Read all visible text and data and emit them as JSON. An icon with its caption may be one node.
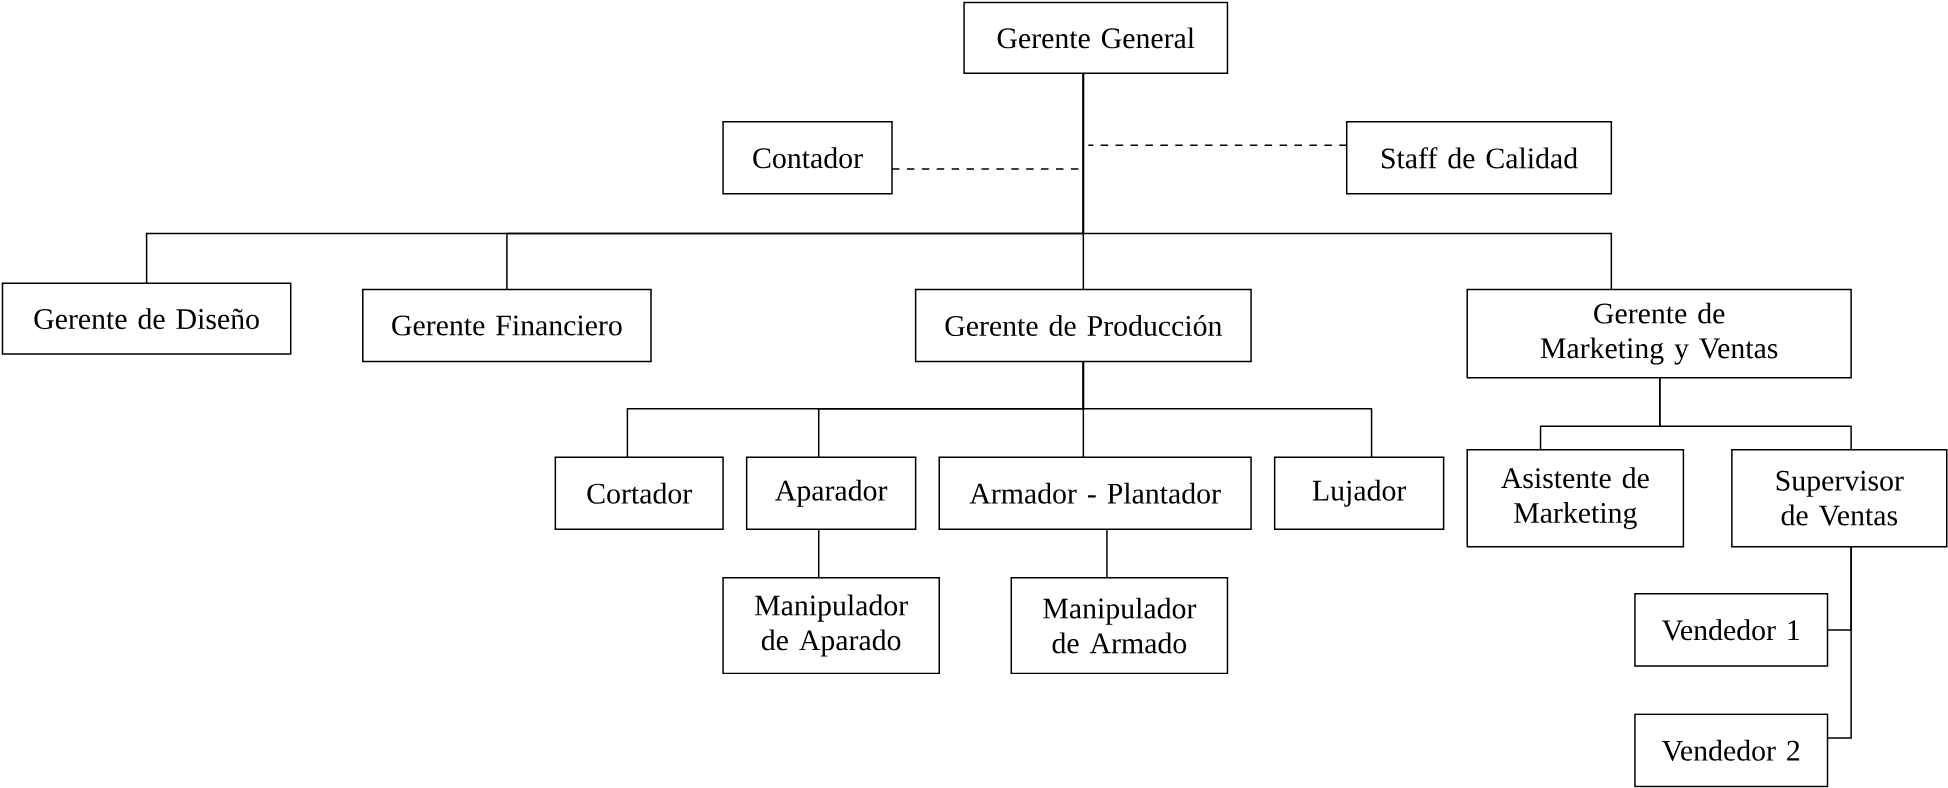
{
  "diagram": {
    "nodes": [
      {
        "text": [
          "Gerente General"
        ]
      },
      {
        "text": [
          "Contador"
        ]
      },
      {
        "text": [
          "Staff de Calidad"
        ]
      },
      {
        "text": [
          "Gerente de Diseño"
        ]
      },
      {
        "text": [
          "Gerente Financiero"
        ]
      },
      {
        "text": [
          "Gerente de Producción"
        ]
      },
      {
        "text": [
          "Gerente de Marketing y Ventas"
        ]
      },
      {
        "text": [
          "Cortador"
        ]
      },
      {
        "text": [
          "Aparador"
        ]
      },
      {
        "text": [
          "Armador - Plantador"
        ]
      },
      {
        "text": [
          "Lujador"
        ]
      },
      {
        "text": [
          "Asistente de Marketing"
        ]
      },
      {
        "text": [
          "Supervisor de Ventas"
        ]
      },
      {
        "text": [
          "Manipulador de Aparado"
        ]
      },
      {
        "text": [
          "Manipulador de Armado"
        ]
      },
      {
        "text": [
          "Vendedor 1"
        ]
      },
      {
        "text": [
          "Vendedor 2"
        ]
      }
    ],
    "edges": [
      {
        "from": 1,
        "to": 0,
        "arrow": "none",
        "style": "dashed"
      },
      {
        "from": 2,
        "to": 0,
        "arrow": "none",
        "style": "dashed"
      },
      {
        "from": 0,
        "to": 3,
        "arrow": "none"
      },
      {
        "from": 0,
        "to": 4,
        "arrow": "none"
      },
      {
        "from": 0,
        "to": 5,
        "arrow": "none"
      },
      {
        "from": 0,
        "to": 6,
        "arrow": "none"
      },
      {
        "from": 5,
        "to": 7,
        "arrow": "none"
      },
      {
        "from": 5,
        "to": 8,
        "arrow": "none"
      },
      {
        "from": 5,
        "to": 9,
        "arrow": "none"
      },
      {
        "from": 5,
        "to": 10,
        "arrow": "none"
      },
      {
        "from": 8,
        "to": 13,
        "arrow": "none"
      },
      {
        "from": 9,
        "to": 14,
        "arrow": "none"
      },
      {
        "from": 6,
        "to": 11,
        "arrow": "none"
      },
      {
        "from": 6,
        "to": 12,
        "arrow": "none"
      },
      {
        "from": 12,
        "to": 15,
        "arrow": "none"
      },
      {
        "from": 12,
        "to": 16,
        "arrow": "none"
      }
    ]
  }
}
